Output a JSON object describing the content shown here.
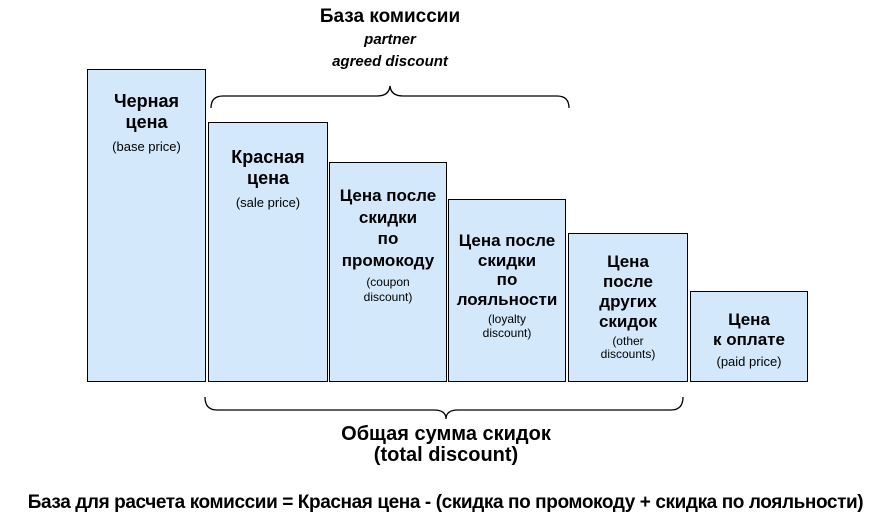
{
  "diagram": {
    "title": {
      "heading": "База комиссии",
      "subline1": "partner",
      "subline2": "agreed discount"
    },
    "bars": [
      {
        "id": "base-price",
        "label": "Черная\nцена",
        "sublabel": "(base price)"
      },
      {
        "id": "sale-price",
        "label": "Красная\nцена",
        "sublabel": "(sale price)"
      },
      {
        "id": "coupon-price",
        "label": "Цена после\nскидки\nпо\nпромокоду",
        "sublabel": "(coupon\ndiscount)"
      },
      {
        "id": "loyalty-price",
        "label": "Цена после\nскидки\nпо\nлояльности",
        "sublabel": "(loyalty\ndiscount)"
      },
      {
        "id": "other-price",
        "label": "Цена\nпосле\nдругих\nскидок",
        "sublabel": "(other\ndiscounts)"
      },
      {
        "id": "paid-price",
        "label": "Цена\nк оплате",
        "sublabel": "(paid price)"
      }
    ],
    "total_discount": {
      "line1": "Общая сумма скидок",
      "line2": "(total discount)"
    },
    "formula": "База для расчета комиссии = Красная цена - (скидка по промокоду + скидка по лояльности)",
    "colors": {
      "bar_fill": "#d4e8fb",
      "bar_border": "#000000",
      "text": "#000000",
      "background": "#ffffff"
    }
  }
}
